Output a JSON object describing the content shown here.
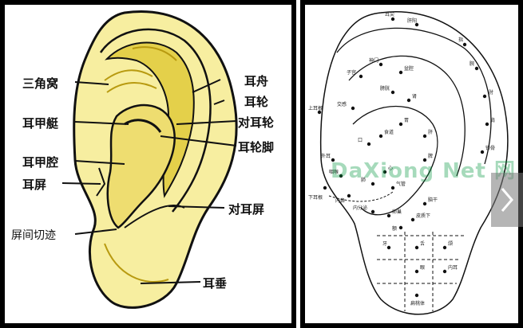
{
  "left_diagram": {
    "labels": {
      "sanjiaowo": "三角窝",
      "erjiating": "耳甲艇",
      "erjiaqiang": "耳甲腔",
      "erping": "耳屏",
      "pingjianqieji": "屏间切迹",
      "erzhou": "耳舟",
      "erlun": "耳轮",
      "duierlun": "对耳轮",
      "erlunjiao": "耳轮脚",
      "duierping": "对耳屏",
      "erchui": "耳垂"
    },
    "colors": {
      "ear_fill": "#f7eea0",
      "ear_shade": "#e4d04a",
      "ink": "#111111"
    }
  },
  "right_diagram": {
    "points": [
      "耳尖",
      "肝阳",
      "指",
      "腕",
      "肘",
      "肩",
      "锁骨",
      "神门",
      "盆腔",
      "子宫",
      "交感",
      "胃",
      "肝",
      "脾",
      "肾",
      "膀胱",
      "心",
      "肺",
      "气管",
      "口",
      "食道",
      "内分泌",
      "卵巢",
      "脑干",
      "皮质下",
      "额",
      "眼",
      "牙",
      "舌",
      "颌",
      "内耳",
      "扁桃体",
      "上耳根",
      "下耳根",
      "外耳",
      "咽喉",
      "内鼻"
    ],
    "watermark": "DaXiong Net 网",
    "nav_icon": "chevron-right-icon"
  }
}
